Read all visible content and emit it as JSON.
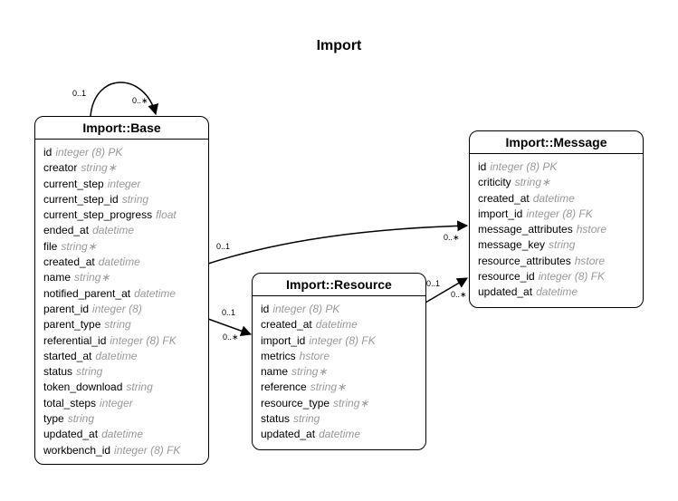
{
  "title": "Import",
  "entities": [
    {
      "id": "base",
      "name": "Import::Base",
      "attributes": [
        {
          "name": "id",
          "type": "integer (8) PK"
        },
        {
          "name": "creator",
          "type": "string∗"
        },
        {
          "name": "current_step",
          "type": "integer"
        },
        {
          "name": "current_step_id",
          "type": "string"
        },
        {
          "name": "current_step_progress",
          "type": "float"
        },
        {
          "name": "ended_at",
          "type": "datetime"
        },
        {
          "name": "file",
          "type": "string∗"
        },
        {
          "name": "created_at",
          "type": "datetime"
        },
        {
          "name": "name",
          "type": "string∗"
        },
        {
          "name": "notified_parent_at",
          "type": "datetime"
        },
        {
          "name": "parent_id",
          "type": "integer (8)"
        },
        {
          "name": "parent_type",
          "type": "string"
        },
        {
          "name": "referential_id",
          "type": "integer (8) FK"
        },
        {
          "name": "started_at",
          "type": "datetime"
        },
        {
          "name": "status",
          "type": "string"
        },
        {
          "name": "token_download",
          "type": "string"
        },
        {
          "name": "total_steps",
          "type": "integer"
        },
        {
          "name": "type",
          "type": "string"
        },
        {
          "name": "updated_at",
          "type": "datetime"
        },
        {
          "name": "workbench_id",
          "type": "integer (8) FK"
        }
      ]
    },
    {
      "id": "resource",
      "name": "Import::Resource",
      "attributes": [
        {
          "name": "id",
          "type": "integer (8) PK"
        },
        {
          "name": "created_at",
          "type": "datetime"
        },
        {
          "name": "import_id",
          "type": "integer (8) FK"
        },
        {
          "name": "metrics",
          "type": "hstore"
        },
        {
          "name": "name",
          "type": "string∗"
        },
        {
          "name": "reference",
          "type": "string∗"
        },
        {
          "name": "resource_type",
          "type": "string∗"
        },
        {
          "name": "status",
          "type": "string"
        },
        {
          "name": "updated_at",
          "type": "datetime"
        }
      ]
    },
    {
      "id": "message",
      "name": "Import::Message",
      "attributes": [
        {
          "name": "id",
          "type": "integer (8) PK"
        },
        {
          "name": "criticity",
          "type": "string∗"
        },
        {
          "name": "created_at",
          "type": "datetime"
        },
        {
          "name": "import_id",
          "type": "integer (8) FK"
        },
        {
          "name": "message_attributes",
          "type": "hstore"
        },
        {
          "name": "message_key",
          "type": "string"
        },
        {
          "name": "resource_attributes",
          "type": "hstore"
        },
        {
          "name": "resource_id",
          "type": "integer (8) FK"
        },
        {
          "name": "updated_at",
          "type": "datetime"
        }
      ]
    }
  ],
  "relations": [
    {
      "from": "base",
      "to": "base",
      "from_card": "0..1",
      "to_card": "0..∗"
    },
    {
      "from": "base",
      "to": "message",
      "from_card": "0..1",
      "to_card": "0..∗"
    },
    {
      "from": "base",
      "to": "resource",
      "from_card": "0..1",
      "to_card": "0..∗"
    },
    {
      "from": "resource",
      "to": "message",
      "from_card": "0..1",
      "to_card": "0..∗"
    }
  ]
}
